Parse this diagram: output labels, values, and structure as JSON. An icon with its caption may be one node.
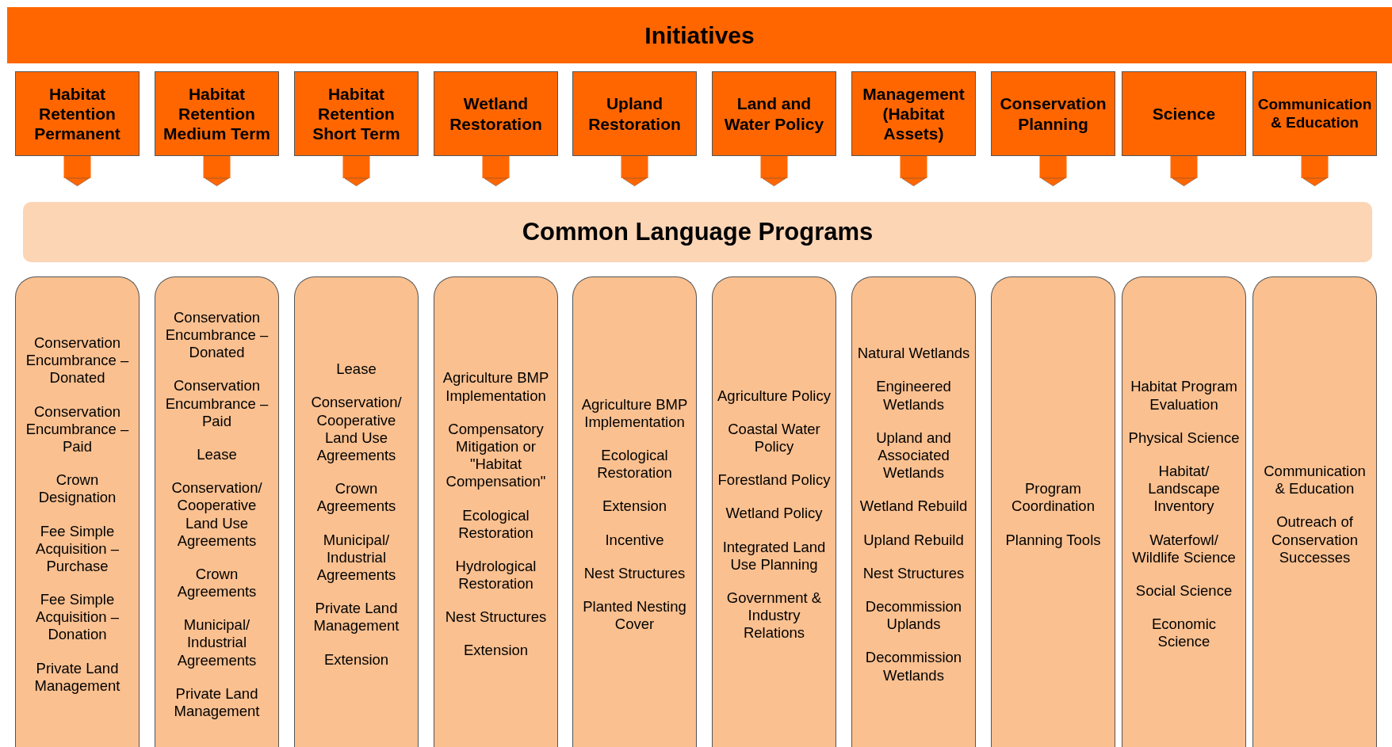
{
  "diagram": {
    "nodes": [
      {
        "text": [
          "Initiatives"
        ]
      },
      {
        "text": [
          "Habitat Retention Permanent"
        ]
      },
      {
        "text": [
          "Habitat Retention Medium Term"
        ]
      },
      {
        "text": [
          "Habitat Retention Short Term"
        ]
      },
      {
        "text": [
          "Wetland Restoration"
        ]
      },
      {
        "text": [
          "Upland Restoration"
        ]
      },
      {
        "text": [
          "Land and Water Policy"
        ]
      },
      {
        "text": [
          "Management (Habitat Assets)"
        ]
      },
      {
        "text": [
          "Conservation Planning"
        ]
      },
      {
        "text": [
          "Science"
        ]
      },
      {
        "text": [
          "Communication & Education"
        ]
      },
      {
        "text": [
          "Common Language Programs"
        ]
      },
      {
        "text": [
          "Conservation Encumbrance – Donated",
          "Conservation Encumbrance – Paid",
          "Crown Designation",
          "Fee Simple Acquisition – Purchase",
          "Fee Simple Acquisition – Donation",
          "Private Land Management"
        ]
      },
      {
        "text": [
          "Conservation Encumbrance – Donated",
          "Conservation Encumbrance – Paid",
          "Lease",
          "Conservation/ Cooperative Land Use Agreements",
          "Crown Agreements",
          "Municipal/ Industrial Agreements",
          "Private Land Management"
        ]
      },
      {
        "text": [
          "Lease",
          "Conservation/ Cooperative Land Use Agreements",
          "Crown Agreements",
          "Municipal/ Industrial Agreements",
          "Private Land Management",
          "Extension"
        ]
      },
      {
        "text": [
          "Agriculture BMP Implementation",
          "Compensatory Mitigation or \"Habitat Compensation\"",
          "Ecological Restoration",
          "Hydrological Restoration",
          "Nest Structures",
          "Extension"
        ]
      },
      {
        "text": [
          "Agriculture BMP Implementation",
          "Ecological Restoration",
          "Extension",
          "Incentive",
          "Nest Structures",
          "Planted Nesting Cover"
        ]
      },
      {
        "text": [
          "Agriculture Policy",
          "Coastal Water Policy",
          "Forestland Policy",
          "Wetland Policy",
          "Integrated Land Use Planning",
          "Government & Industry Relations"
        ]
      },
      {
        "text": [
          "Natural Wetlands",
          "Engineered Wetlands",
          "Upland and Associated Wetlands",
          "Wetland Rebuild",
          "Upland Rebuild",
          "Nest Structures",
          "Decommission Uplands",
          "Decommission Wetlands"
        ]
      },
      {
        "text": [
          "Program Coordination",
          "Planning Tools"
        ]
      },
      {
        "text": [
          "Habitat Program Evaluation",
          "Physical Science",
          "Habitat/ Landscape Inventory",
          "Waterfowl/ Wildlife Science",
          "Social Science",
          "Economic Science"
        ]
      },
      {
        "text": [
          "Communication & Education",
          "Outreach of Conservation Successes"
        ]
      }
    ],
    "edges": [
      {
        "from": 1,
        "to": 11,
        "arrow": "to"
      },
      {
        "from": 2,
        "to": 11,
        "arrow": "to"
      },
      {
        "from": 3,
        "to": 11,
        "arrow": "to"
      },
      {
        "from": 4,
        "to": 11,
        "arrow": "to"
      },
      {
        "from": 5,
        "to": 11,
        "arrow": "to"
      },
      {
        "from": 6,
        "to": 11,
        "arrow": "to"
      },
      {
        "from": 7,
        "to": 11,
        "arrow": "to"
      },
      {
        "from": 8,
        "to": 11,
        "arrow": "to"
      },
      {
        "from": 9,
        "to": 11,
        "arrow": "to"
      },
      {
        "from": 10,
        "to": 11,
        "arrow": "to"
      }
    ]
  }
}
